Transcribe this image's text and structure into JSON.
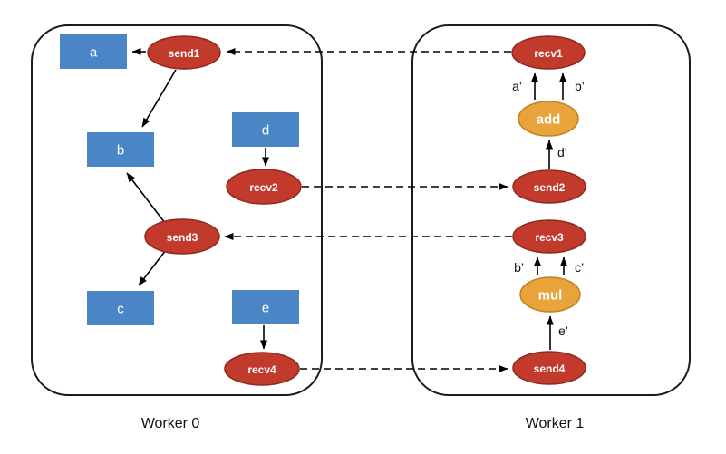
{
  "worker0": {
    "label": "Worker 0",
    "nodes": {
      "a": "a",
      "b": "b",
      "c": "c",
      "d": "d",
      "e": "e",
      "send1": "send1",
      "recv2": "recv2",
      "send3": "send3",
      "recv4": "recv4"
    }
  },
  "worker1": {
    "label": "Worker 1",
    "nodes": {
      "recv1": "recv1",
      "add": "add",
      "send2": "send2",
      "recv3": "recv3",
      "mul": "mul",
      "send4": "send4"
    },
    "edge_labels": {
      "a_prime": "a’",
      "b_prime_add": "b’",
      "d_prime": "d’",
      "b_prime_mul": "b’",
      "c_prime": "c’",
      "e_prime": "e’"
    }
  },
  "edges": {
    "solid": [
      {
        "from": "send1",
        "to": "a"
      },
      {
        "from": "send1",
        "to": "b"
      },
      {
        "from": "send3",
        "to": "b"
      },
      {
        "from": "send3",
        "to": "c"
      },
      {
        "from": "d",
        "to": "recv2"
      },
      {
        "from": "e",
        "to": "recv4"
      },
      {
        "from": "add",
        "to": "recv1",
        "label": "a’"
      },
      {
        "from": "add",
        "to": "recv1",
        "label": "b’"
      },
      {
        "from": "send2",
        "to": "add",
        "label": "d’"
      },
      {
        "from": "mul",
        "to": "recv3",
        "label": "b’"
      },
      {
        "from": "mul",
        "to": "recv3",
        "label": "c’"
      },
      {
        "from": "send4",
        "to": "mul",
        "label": "e’"
      }
    ],
    "dashed_comm": [
      {
        "from": "recv1",
        "to": "send1"
      },
      {
        "from": "recv2",
        "to": "send2"
      },
      {
        "from": "recv3",
        "to": "send3"
      },
      {
        "from": "recv4",
        "to": "send4"
      }
    ]
  },
  "colors": {
    "background": "#ffffff",
    "container_border": "#1b1b1b",
    "value_box": "#4a86c6",
    "comm_fill": "#c23a2b",
    "comm_border": "#8f2a1f",
    "compute_fill": "#e8a33b",
    "compute_border": "#c08220",
    "node_text": "#ffffff",
    "edge_color": "#000000",
    "label_text": "#111111"
  }
}
